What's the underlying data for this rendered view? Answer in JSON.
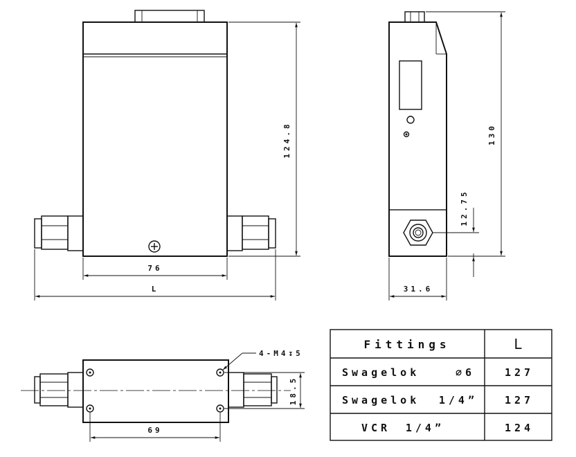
{
  "dimensions": {
    "front_width": "76",
    "overall_length": "L",
    "front_height": "124.8",
    "side_height": "130",
    "port_height": "12.75",
    "side_width": "31.6",
    "bottom_spacing": "69",
    "bottom_depth": "18.5",
    "mount_holes": "4-M4↧5"
  },
  "fittings_table": {
    "header_fittings": "Fittings",
    "header_length": "L",
    "rows": [
      {
        "fitting": "Swagelok",
        "size": "∅6",
        "length": "127"
      },
      {
        "fitting": "Swagelok",
        "size": "1/4”",
        "length": "127"
      },
      {
        "fitting": "VCR",
        "size": "1/4”",
        "length": "124"
      }
    ]
  }
}
